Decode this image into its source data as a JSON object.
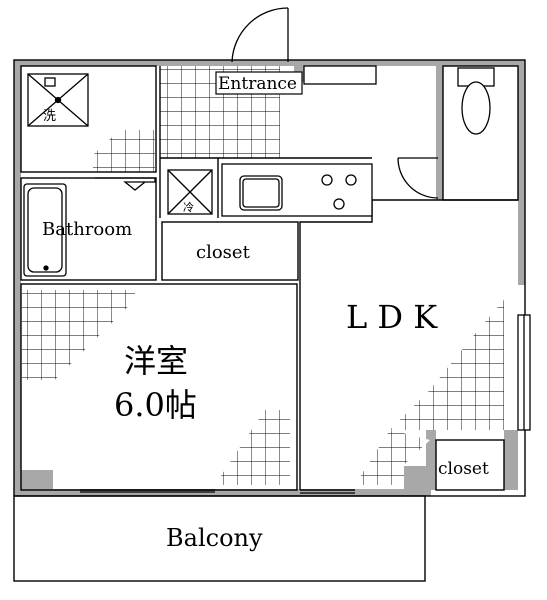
{
  "floor_plan": {
    "rooms": {
      "entrance": "Entrance",
      "bathroom": "Bathroom",
      "closet_center": "closet",
      "ldk": "L D K",
      "western_room_name": "洋室",
      "western_room_size": "6.0帖",
      "closet_corner": "closet",
      "balcony": "Balcony"
    },
    "fixtures": {
      "washer_mark": "洗",
      "fridge_mark": "冷"
    },
    "colors": {
      "wall": "#a8a8a8",
      "line": "#000000",
      "background": "#ffffff"
    }
  }
}
